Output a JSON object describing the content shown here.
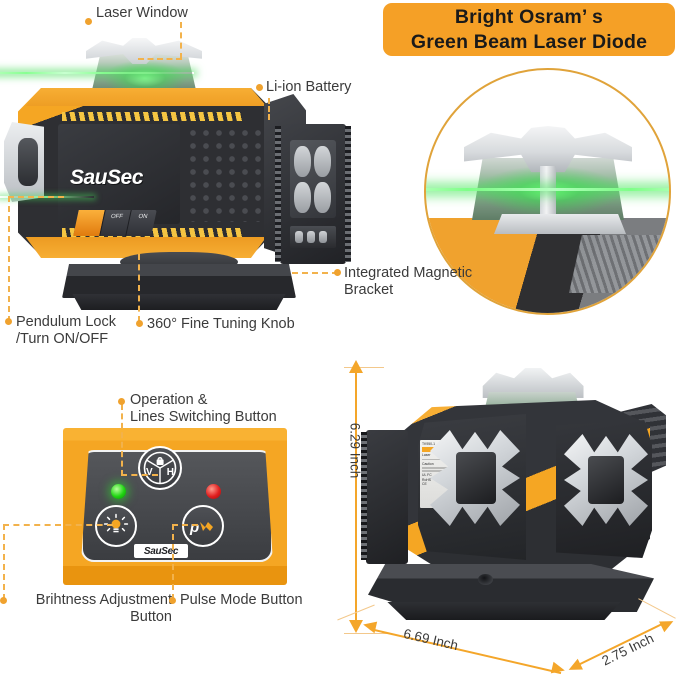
{
  "banner": {
    "line1": "Bright Osram’ s",
    "line2": "Green Beam Laser Diode",
    "bg_color": "#F5A026",
    "text_color": "#1a1a1a"
  },
  "callouts": {
    "laser_window": "Laser Window",
    "li_ion_battery": "Li-ion Battery",
    "integrated_magnetic_bracket": "Integrated Magnetic\nBracket",
    "pendulum_lock": "Pendulum Lock\n/Turn ON/OFF",
    "fine_tuning_knob": "360° Fine Tuning Knob",
    "operation_lines_switching": "Operation &\nLines Switching Button",
    "brightness_adjustment": "Brihtness Adjustment\nButton",
    "pulse_mode": "Pulse Mode Button",
    "leader_color": "#F2B24C",
    "dot_color": "#F0A22E",
    "text_color": "#3b3b3b"
  },
  "product": {
    "brand": "SauSec",
    "panel_brand": "SauSec",
    "switch_off_label": "OFF",
    "switch_on_label": "ON",
    "button_v": "V",
    "button_h": "H",
    "led_green_color": "#1fd411",
    "led_red_color": "#e01e1e",
    "beam_color": "#4ce25c",
    "body_orange": "#F5A623",
    "body_dark": "#2e2f33"
  },
  "dimensions": {
    "height": "6.29 Inch",
    "width": "6.69 Inch",
    "depth": "2.75 Inch",
    "arrow_color": "#F4A62A"
  },
  "certification_label": {
    "line1": "TK950-1",
    "line2": "Laser",
    "line3": "Caution",
    "line4": "UL FC",
    "line5": "RoHS",
    "line6": "CE"
  }
}
